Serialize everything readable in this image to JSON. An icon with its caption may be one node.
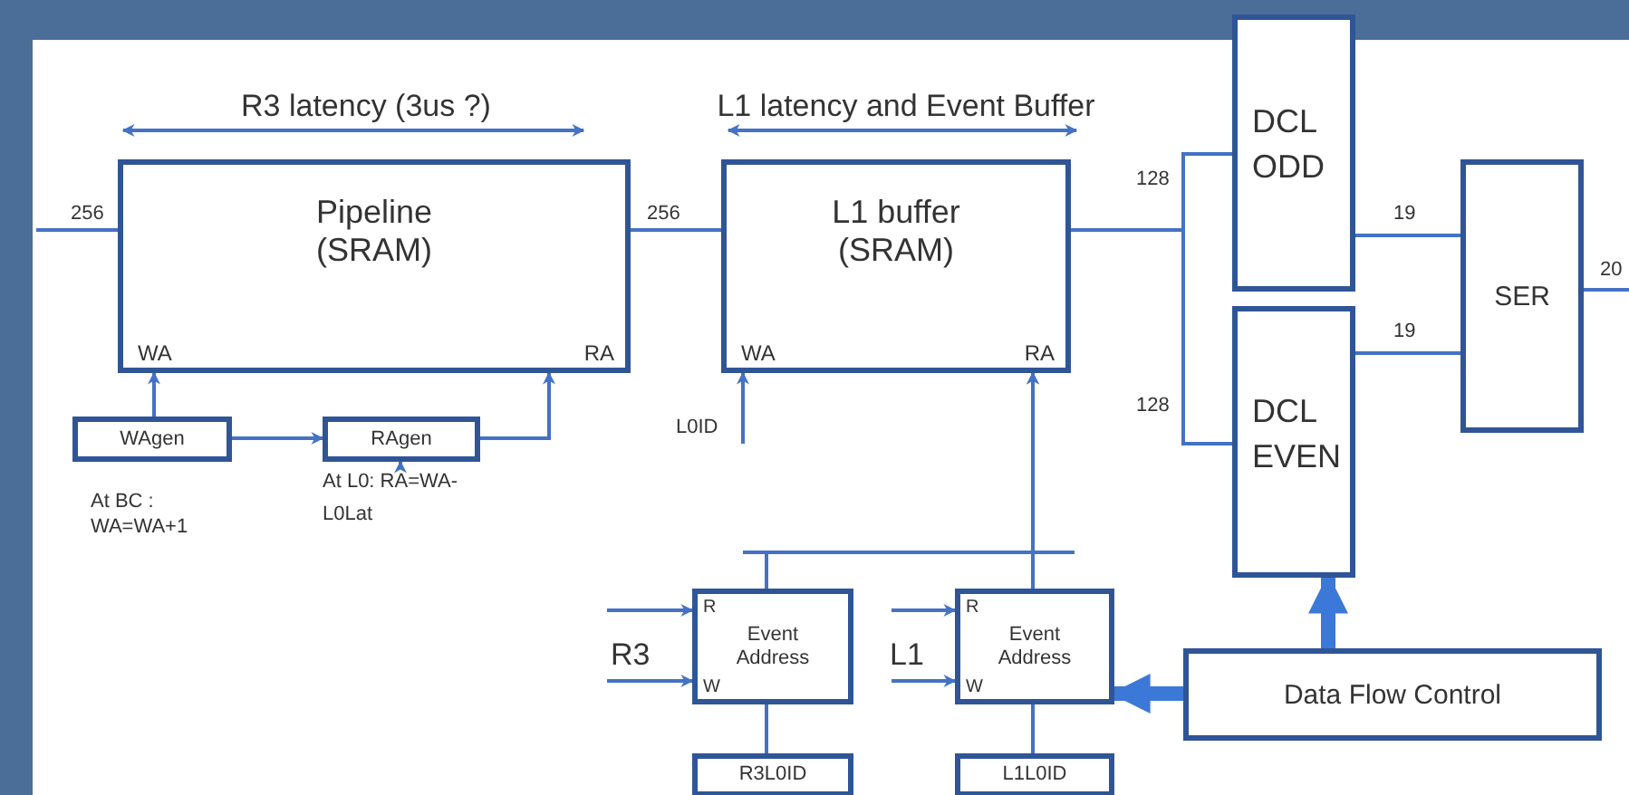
{
  "diagram": {
    "nodes": [
      {
        "text": [
          "Pipeline (SRAM)",
          "WA",
          "RA"
        ]
      },
      {
        "text": [
          "L1 buffer (SRAM)",
          "WA",
          "RA"
        ]
      },
      {
        "text": [
          "DCL ODD"
        ]
      },
      {
        "text": [
          "DCL EVEN"
        ]
      },
      {
        "text": [
          "SER"
        ]
      },
      {
        "text": [
          "WAgen"
        ]
      },
      {
        "text": [
          "RAgen"
        ]
      },
      {
        "text": [
          "R",
          "Event Address",
          "W"
        ]
      },
      {
        "text": [
          "R",
          "Event Address",
          "W"
        ]
      },
      {
        "text": [
          "R3L0ID"
        ]
      },
      {
        "text": [
          "L1L0ID"
        ]
      },
      {
        "text": [
          "Data Flow Control"
        ]
      },
      {
        "text": [
          "At L0: RA=WA-L0Lat"
        ]
      }
    ],
    "edges": [
      {
        "from": null,
        "to": 0,
        "arrow": "none",
        "label": "256"
      },
      {
        "from": 0,
        "to": 1,
        "arrow": "none",
        "label": "256"
      },
      {
        "from": 1,
        "to": 2,
        "arrow": "none",
        "label": "128"
      },
      {
        "from": 1,
        "to": 3,
        "arrow": "none",
        "label": "128"
      },
      {
        "from": 2,
        "to": 4,
        "arrow": "none",
        "label": "19"
      },
      {
        "from": 3,
        "to": 4,
        "arrow": "none",
        "label": "19"
      },
      {
        "from": 4,
        "to": null,
        "arrow": "none",
        "label": "20"
      },
      {
        "from": 5,
        "to": 0,
        "arrow": "to"
      },
      {
        "from": 5,
        "to": 6,
        "arrow": "to"
      },
      {
        "from": 6,
        "to": 0,
        "arrow": "to"
      },
      {
        "from": 12,
        "to": 6,
        "arrow": "to"
      },
      {
        "from": null,
        "to": 1,
        "arrow": "to",
        "label": "L0ID"
      },
      {
        "from": 7,
        "to": 1,
        "arrow": "to"
      },
      {
        "from": 8,
        "to": 1,
        "arrow": "to"
      },
      {
        "from": null,
        "to": 7,
        "arrow": "to"
      },
      {
        "from": null,
        "to": 7,
        "arrow": "to",
        "label": "R3"
      },
      {
        "from": null,
        "to": 8,
        "arrow": "to"
      },
      {
        "from": null,
        "to": 8,
        "arrow": "to",
        "label": "L1"
      },
      {
        "from": 9,
        "to": 7,
        "arrow": "none"
      },
      {
        "from": 10,
        "to": 8,
        "arrow": "none"
      },
      {
        "from": 11,
        "to": 8,
        "arrow": "to",
        "style": "thick"
      },
      {
        "from": 11,
        "to": 3,
        "arrow": "to",
        "style": "thick"
      }
    ],
    "labels": [
      "R3 latency (3us ?)",
      "L1 latency and Event Buffer",
      "At BC : WA=WA+1"
    ]
  }
}
